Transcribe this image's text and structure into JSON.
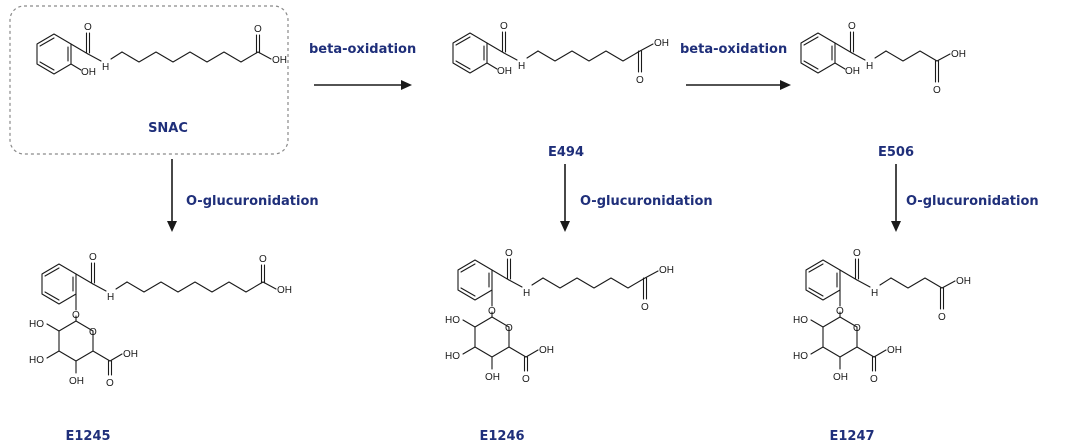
{
  "compounds": {
    "snac": "SNAC",
    "e494": "E494",
    "e506": "E506",
    "e1245": "E1245",
    "e1246": "E1246",
    "e1247": "E1247"
  },
  "reactions": {
    "beta_oxidation": "beta-oxidation",
    "o_glucuronidation": "O-glucuronidation"
  },
  "atoms": {
    "o": "O",
    "h": "H",
    "oh": "OH",
    "ho": "HO"
  }
}
